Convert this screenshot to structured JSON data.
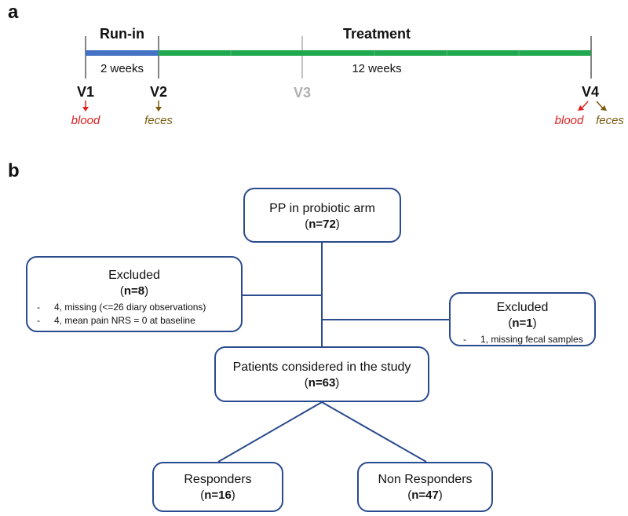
{
  "panel_a": {
    "label": "a",
    "phases": {
      "runin": "Run-in",
      "treatment": "Treatment"
    },
    "durations": {
      "runin": "2 weeks",
      "treatment": "12 weeks"
    },
    "visits": {
      "v1": "V1",
      "v2": "V2",
      "v3": "V3",
      "v4": "V4"
    },
    "samples": {
      "v1": "blood",
      "v2": "feces",
      "v4_blood": "blood",
      "v4_feces": "feces"
    },
    "colors": {
      "runin": "#4472c4",
      "treatment": "#21a84f",
      "blood": "#e02020",
      "feces": "#7a5a10",
      "v3": "#b0b0b0"
    }
  },
  "panel_b": {
    "label": "b",
    "pp": {
      "title": "PP in probiotic arm",
      "n": "n=72"
    },
    "excluded_left": {
      "title": "Excluded",
      "n": "n=8",
      "items": [
        "4, missing (<=26 diary observations)",
        "4, mean pain NRS = 0 at baseline"
      ]
    },
    "excluded_right": {
      "title": "Excluded",
      "n": "n=1",
      "items": [
        "1, missing fecal samples"
      ]
    },
    "study": {
      "title": "Patients considered in the study",
      "n": "n=63"
    },
    "responders": {
      "title": "Responders",
      "n": "n=16"
    },
    "non_responders": {
      "title": "Non Responders",
      "n": "n=47"
    },
    "colors": {
      "box_border": "#2a4b8d"
    }
  }
}
